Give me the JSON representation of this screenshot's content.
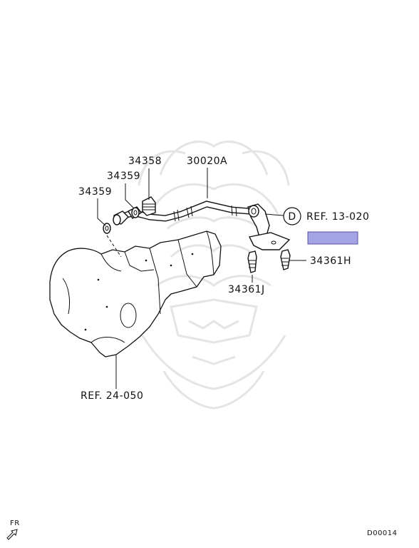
{
  "diagram": {
    "part_labels": {
      "p34358": "34358",
      "p30020a": "30020A",
      "p34359_upper": "34359",
      "p34359_lower": "34359",
      "p34361h": "34361H",
      "p34361j": "34361J"
    },
    "ref_labels": {
      "ref_13_020": "REF. 13-020",
      "ref_24_050": "REF. 24-050"
    },
    "callout_letter": "D",
    "direction_label": "FR",
    "diagram_code": "D00014",
    "highlight_color": "#a4a4e4"
  }
}
